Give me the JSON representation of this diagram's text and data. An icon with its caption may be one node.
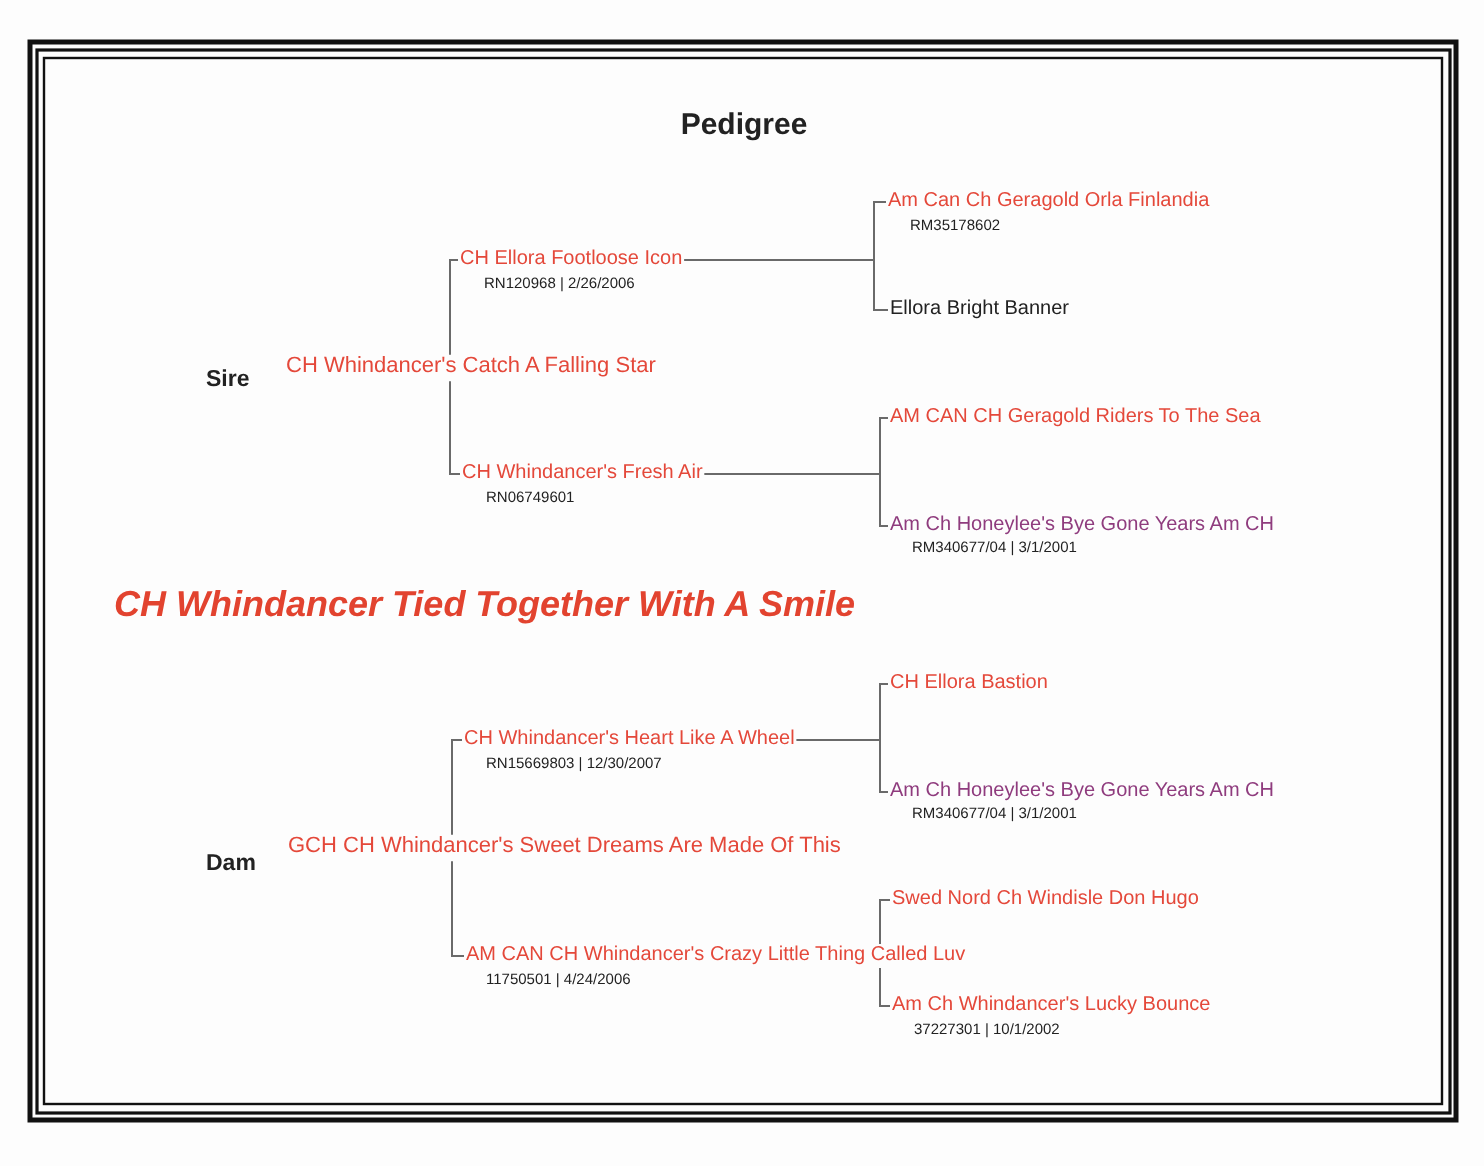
{
  "diagram": {
    "title": "Pedigree",
    "nodes": [
      {
        "text": [
          "CH Whindancer's Catch A Falling Star"
        ],
        "beside": [
          "Sire"
        ]
      },
      {
        "text": [
          "CH Ellora Footloose Icon"
        ],
        "beside": [
          "RN120968 | 2/26/2006"
        ]
      },
      {
        "text": [
          "CH Whindancer's Fresh Air"
        ],
        "beside": [
          "RN06749601"
        ]
      },
      {
        "text": [
          "Am Can Ch Geragold Orla Finlandia"
        ],
        "beside": [
          "RM35178602"
        ]
      },
      {
        "text": [
          "Ellora Bright Banner"
        ]
      },
      {
        "text": [
          "AM CAN CH Geragold Riders To The Sea"
        ]
      },
      {
        "text": [
          "Am Ch Honeylee's Bye Gone Years Am CH"
        ],
        "beside": [
          "RM340677/04 | 3/1/2001"
        ]
      },
      {
        "text": [
          "GCH CH Whindancer's Sweet Dreams Are Made Of This"
        ],
        "beside": [
          "Dam"
        ]
      },
      {
        "text": [
          "CH Whindancer's Heart Like A Wheel"
        ],
        "beside": [
          "RN15669803 | 12/30/2007"
        ]
      },
      {
        "text": [
          "AM CAN CH Whindancer's Crazy Little Thing Called Luv"
        ],
        "beside": [
          "11750501 | 4/24/2006"
        ]
      },
      {
        "text": [
          "CH Ellora Bastion"
        ]
      },
      {
        "text": [
          "Am Ch Honeylee's Bye Gone Years Am CH"
        ],
        "beside": [
          "RM340677/04 | 3/1/2001"
        ]
      },
      {
        "text": [
          "Swed Nord Ch Windisle Don Hugo"
        ]
      },
      {
        "text": [
          "Am Ch Whindancer's Lucky Bounce"
        ],
        "beside": [
          "37227301 | 10/1/2002"
        ]
      }
    ],
    "edges": [
      {
        "from": 0,
        "to": 1,
        "arrow": "none"
      },
      {
        "from": 0,
        "to": 2,
        "arrow": "none"
      },
      {
        "from": 1,
        "to": 3,
        "arrow": "none"
      },
      {
        "from": 1,
        "to": 4,
        "arrow": "none"
      },
      {
        "from": 2,
        "to": 5,
        "arrow": "none"
      },
      {
        "from": 2,
        "to": 6,
        "arrow": "none"
      },
      {
        "from": 7,
        "to": 8,
        "arrow": "none"
      },
      {
        "from": 7,
        "to": 9,
        "arrow": "none"
      },
      {
        "from": 8,
        "to": 10,
        "arrow": "none"
      },
      {
        "from": 8,
        "to": 11,
        "arrow": "none"
      },
      {
        "from": 9,
        "to": 12,
        "arrow": "none"
      },
      {
        "from": 9,
        "to": 13,
        "arrow": "none"
      }
    ],
    "labels": [
      "CH Whindancer Tied Together With A Smile"
    ]
  }
}
